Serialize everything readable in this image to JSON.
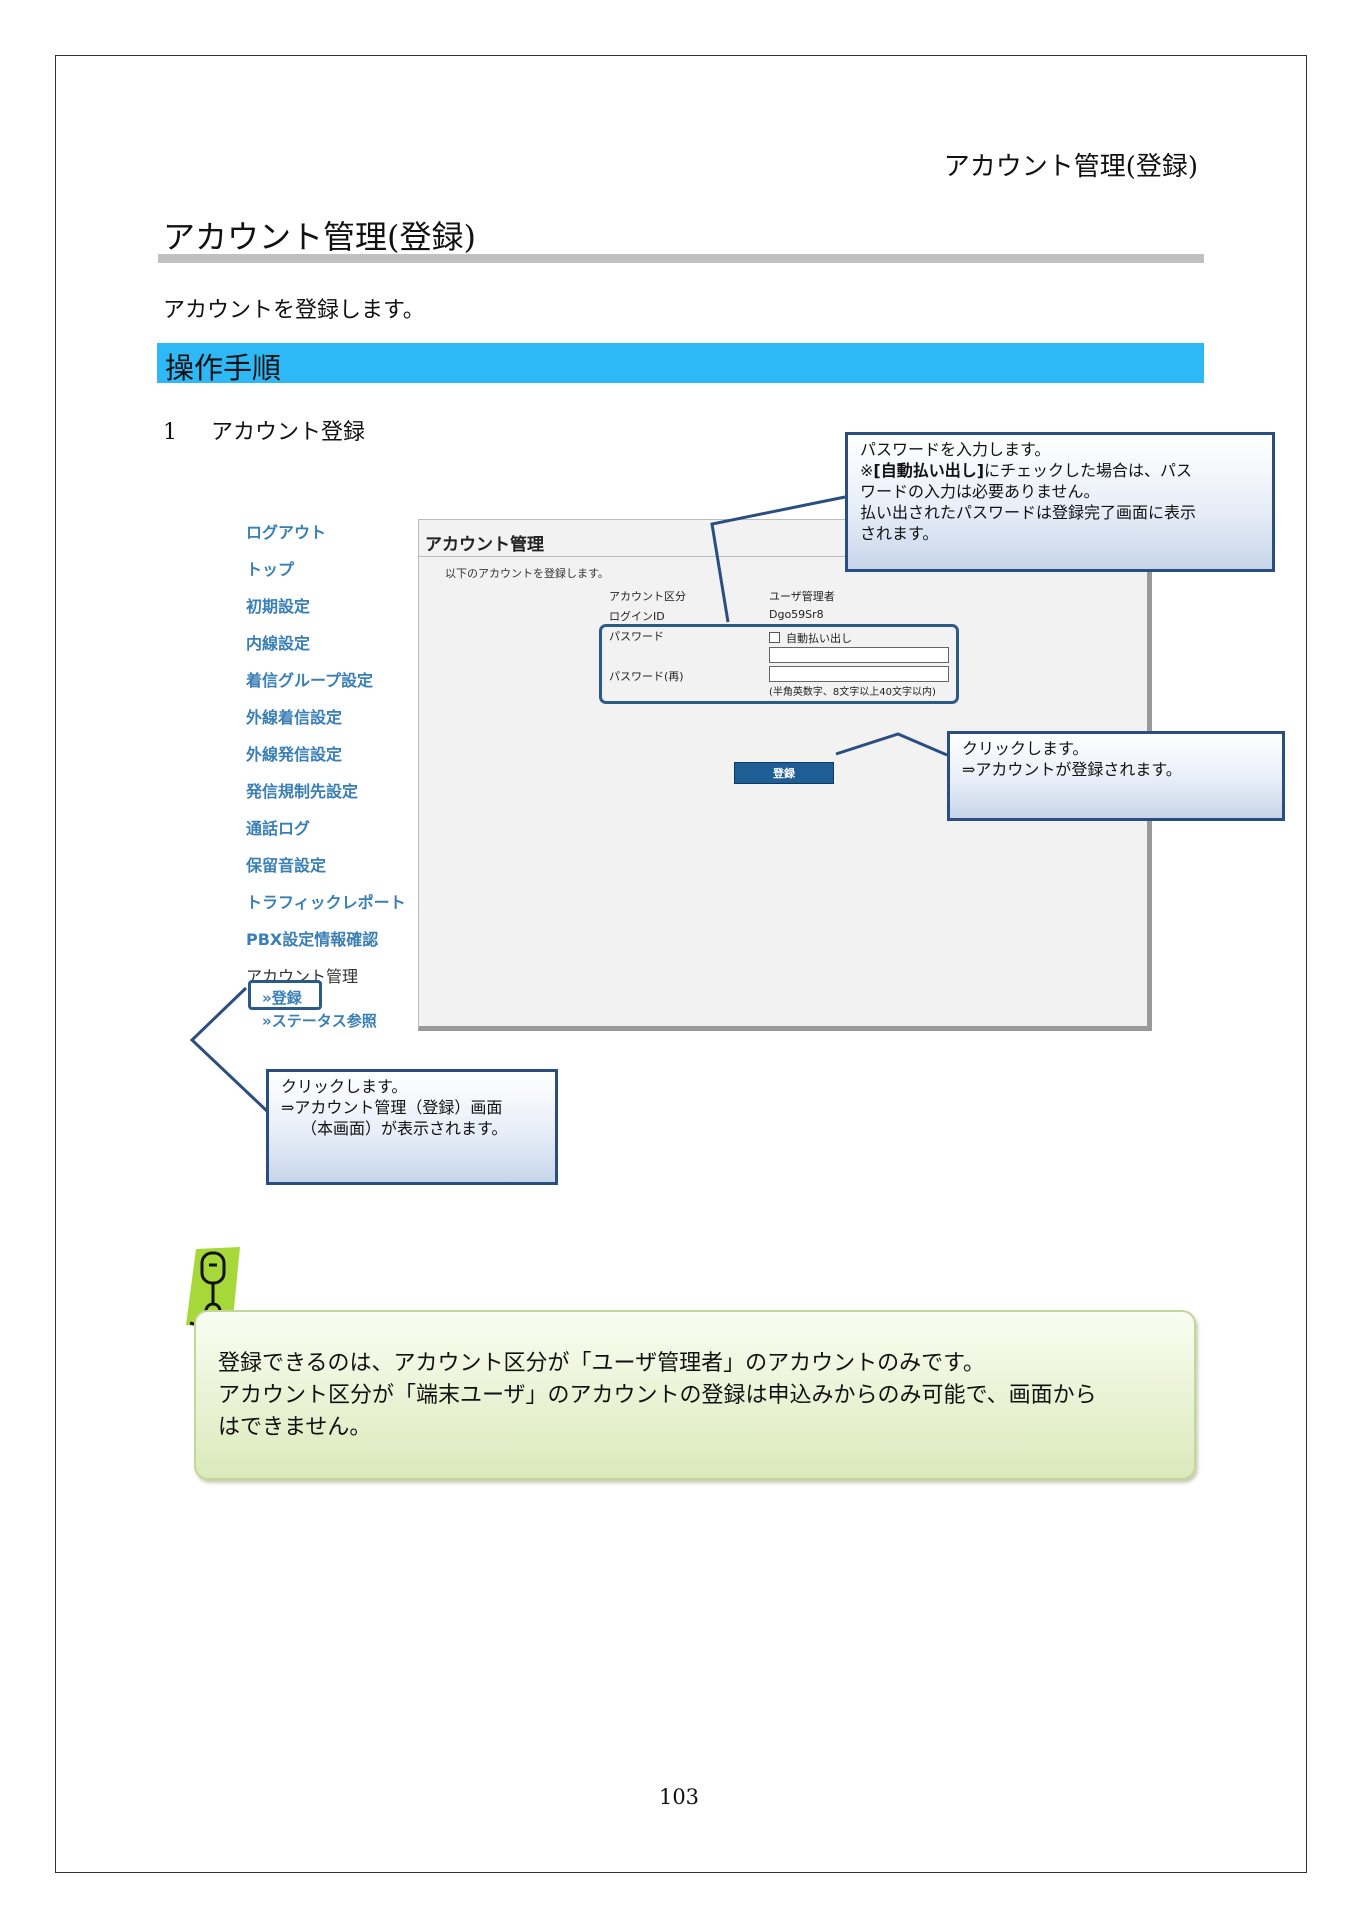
{
  "header": {
    "running_title": "アカウント管理(登録)"
  },
  "title": "アカウント管理(登録)",
  "intro": "アカウントを登録します。",
  "section_heading": "操作手順",
  "step": {
    "number": "1",
    "label": "アカウント登録"
  },
  "screenshot": {
    "nav_items": [
      "ログアウト",
      "トップ",
      "初期設定",
      "内線設定",
      "着信グループ設定",
      "外線着信設定",
      "外線発信設定",
      "発信規制先設定",
      "通話ログ",
      "保留音設定",
      "トラフィックレポート",
      "PBX設定情報確認"
    ],
    "nav_section": "アカウント管理",
    "nav_sub": [
      "»登録",
      "»ステータス参照"
    ],
    "content_title": "アカウント管理",
    "content_desc": "以下のアカウントを登録します。",
    "fields": {
      "account_type_label": "アカウント区分",
      "account_type_value": "ユーザ管理者",
      "login_id_label": "ログインID",
      "login_id_value": "Dgo59Sr8",
      "password_label": "パスワード",
      "auto_issue_label": "自動払い出し",
      "password_confirm_label": "パスワード(再)",
      "password_hint": "(半角英数字、8文字以上40文字以内)"
    },
    "register_button": "登録"
  },
  "callouts": {
    "password": {
      "line1": "パスワードを入力します。",
      "line2_prefix": "※",
      "line2_bold": "[自動払い出し]",
      "line2_rest": "にチェックした場合は、パス",
      "line3": "ワードの入力は必要ありません。",
      "line4": "払い出されたパスワードは登録完了画面に表示",
      "line5": "されます。"
    },
    "register": {
      "line1": "クリックします。",
      "line2": "⇒アカウントが登録されます。"
    },
    "menu": {
      "line1": "クリックします。",
      "line2": "⇒アカウント管理（登録）画面",
      "line3": "（本画面）が表示されます。"
    }
  },
  "note": {
    "line1": "登録できるのは、アカウント区分が「ユーザ管理者」のアカウントのみです。",
    "line2": "アカウント区分が「端末ユーザ」のアカウントの登録は申込みからのみ可能で、画面から",
    "line3": "はできません。"
  },
  "page_number": "103",
  "colors": {
    "section_band": "#2fb8f6",
    "callout_border": "#2b4e80",
    "nav_link": "#3a7fb5",
    "note_icon": "#a7d83a"
  }
}
